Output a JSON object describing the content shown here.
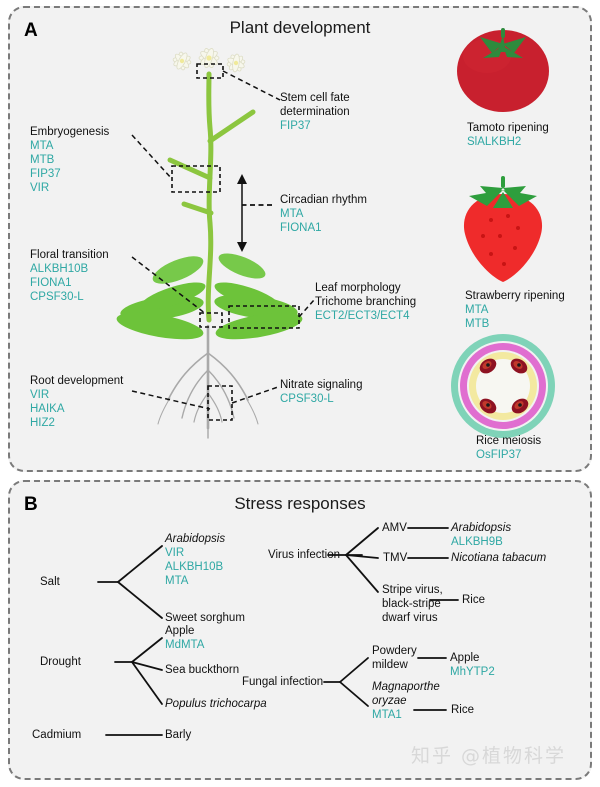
{
  "figure": {
    "watermark": "知乎 @植物科学"
  },
  "panel_a": {
    "letter": "A",
    "title": "Plant development",
    "accent_color": "#2fa8a4",
    "background": "#f2f2f2",
    "annotations": [
      {
        "title": "Stem cell fate determination",
        "title_line1": "Stem cell fate",
        "title_line2": "determination",
        "genes": [
          "FIP37"
        ]
      },
      {
        "title": "Embryogenesis",
        "genes": [
          "MTA",
          "MTB",
          "FIP37",
          "VIR"
        ]
      },
      {
        "title": "Circadian rhythm",
        "genes": [
          "MTA",
          "FIONA1"
        ]
      },
      {
        "title": "Floral transition",
        "genes": [
          "ALKBH10B",
          "FIONA1",
          "CPSF30-L"
        ]
      },
      {
        "title_line1": "Leaf morphology",
        "title_line2": "Trichome branching",
        "genes": [
          "ECT2/ECT3/ECT4"
        ]
      },
      {
        "title": "Root development",
        "genes": [
          "VIR",
          "HAIKA",
          "HIZ2"
        ]
      },
      {
        "title": "Nitrate signaling",
        "genes": [
          "CPSF30-L"
        ]
      }
    ],
    "organisms": [
      {
        "icon": "tomato-icon",
        "label": "Tamoto ripening",
        "genes": [
          "SlALKBH2"
        ],
        "color": "#c8202e"
      },
      {
        "icon": "strawberry-icon",
        "label": "Strawberry ripening",
        "genes": [
          "MTA",
          "MTB"
        ],
        "color": "#ef2b2b"
      },
      {
        "icon": "rice-anther-cross-section-icon",
        "label": "Rice meiosis",
        "genes": [
          "OsFIP37"
        ],
        "color": "#7fd3b8"
      }
    ]
  },
  "panel_b": {
    "letter": "B",
    "title": "Stress responses",
    "accent_color": "#2fa8a4",
    "left_branches": [
      {
        "stress": "Salt",
        "targets": [
          {
            "name": "Arabidopsis",
            "italic": true,
            "genes": [
              "VIR",
              "ALKBH10B",
              "MTA"
            ]
          },
          {
            "name": "Sweet sorghum",
            "italic": false,
            "genes": []
          }
        ]
      },
      {
        "stress": "Drought",
        "targets": [
          {
            "name": "Apple",
            "italic": false,
            "genes": [
              "MdMTA"
            ]
          },
          {
            "name": "Sea buckthorn",
            "italic": false,
            "genes": []
          },
          {
            "name": "Populus trichocarpa",
            "italic": true,
            "genes": []
          }
        ]
      },
      {
        "stress": "Cadmium",
        "targets": [
          {
            "name": "Barly",
            "italic": false,
            "genes": []
          }
        ]
      }
    ],
    "right_branches": [
      {
        "stress": "Virus infection",
        "agents": [
          {
            "agent": "AMV",
            "italic": false,
            "host": "Arabidopsis",
            "host_italic": true,
            "genes": [
              "ALKBH9B"
            ]
          },
          {
            "agent": "TMV",
            "italic": false,
            "host": "Nicotiana tabacum",
            "host_italic": true,
            "genes": []
          },
          {
            "agent_line1": "Stripe virus,",
            "agent_line2": "black-stripe",
            "agent_line3": "dwarf virus",
            "italic": false,
            "host": "Rice",
            "host_italic": false,
            "genes": []
          }
        ]
      },
      {
        "stress": "Fungal infection",
        "agents": [
          {
            "agent_line1": "Powdery",
            "agent_line2": "mildew",
            "italic": false,
            "host": "Apple",
            "host_italic": false,
            "genes": [
              "MhYTP2"
            ]
          },
          {
            "agent_line1": "Magnaporthe",
            "agent_line2": "oryzae",
            "italic": true,
            "host": "Rice",
            "host_italic": false,
            "genes": [
              "MTA1"
            ]
          }
        ]
      }
    ]
  }
}
